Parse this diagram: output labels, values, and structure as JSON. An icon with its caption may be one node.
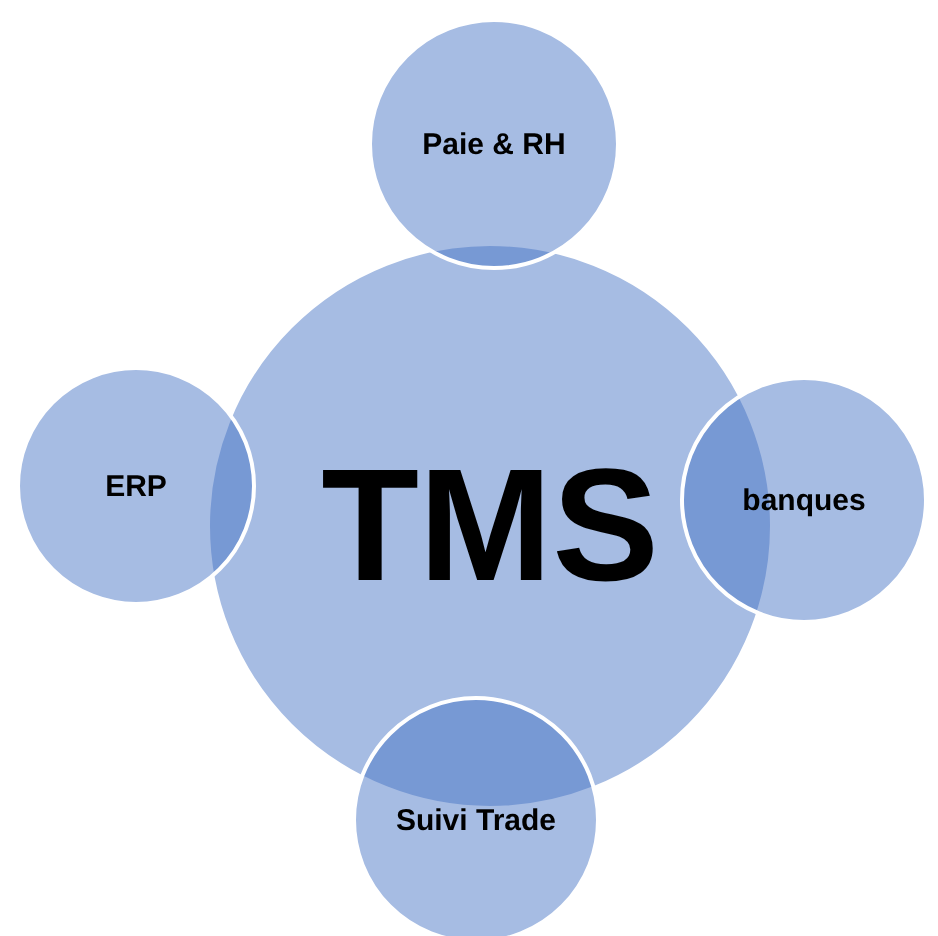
{
  "diagram": {
    "nodes": [
      {
        "text": [
          "Paie & RH"
        ]
      },
      {
        "text": [
          "ERP"
        ]
      },
      {
        "text": [
          "TMS"
        ]
      },
      {
        "text": [
          "banques"
        ]
      },
      {
        "text": [
          "Suivi Trade"
        ]
      }
    ]
  }
}
